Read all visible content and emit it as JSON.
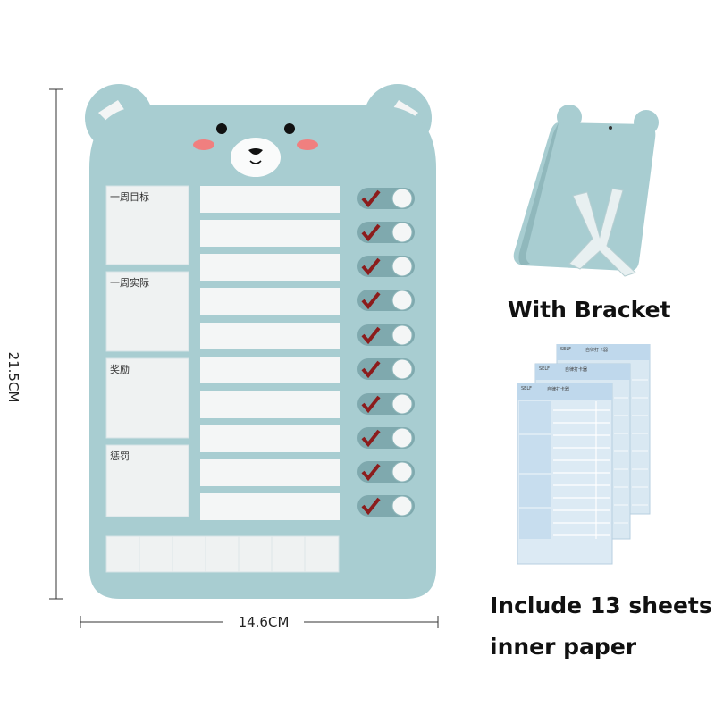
{
  "dimensions": {
    "height": "21.5CM",
    "width": "14.6CM"
  },
  "board": {
    "sections": [
      "一周目标",
      "一周实际",
      "奖励",
      "惩罚"
    ],
    "task_rows": 10,
    "colors": {
      "body": "#A8CDD1",
      "slot": "#F4F6F6",
      "check": "#8C1C1C",
      "cheek": "#F07F7F"
    }
  },
  "bracket_caption": "With Bracket",
  "sheets": {
    "header_tag": "SELF",
    "header_title": "自律打卡器",
    "caption_line1": "Include 13 sheets",
    "caption_line2": "inner paper"
  }
}
